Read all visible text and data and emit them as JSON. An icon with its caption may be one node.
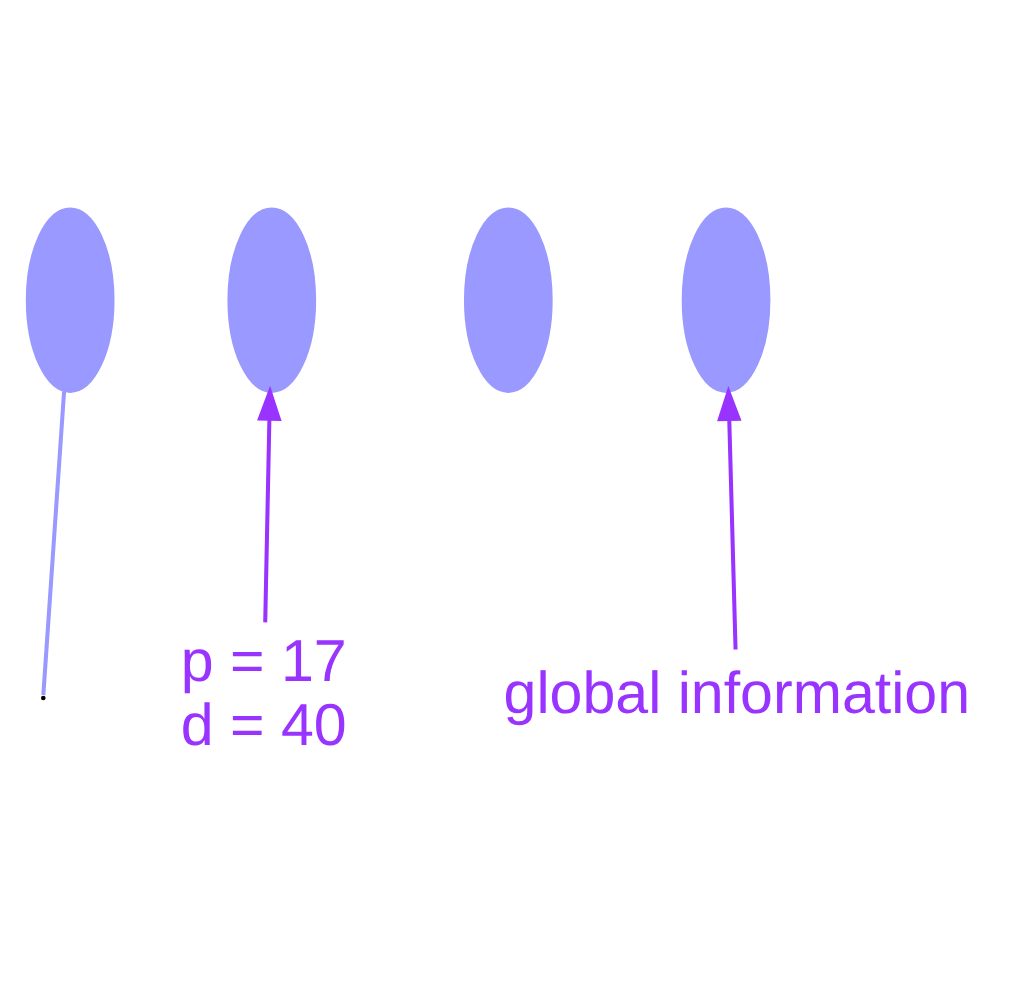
{
  "diagram": {
    "nodes": [
      {
        "text": [],
        "shape": "ellipse"
      },
      {
        "text": [],
        "shape": "ellipse"
      },
      {
        "text": [],
        "shape": "ellipse"
      },
      {
        "text": [],
        "shape": "ellipse"
      },
      {
        "text": [
          "global information"
        ]
      },
      {
        "text": [
          "p = 17",
          "d = 40"
        ]
      }
    ],
    "edges": [
      {
        "from": 0,
        "to": null,
        "arrow": "none",
        "color": "#9999ff"
      },
      {
        "from": 4,
        "to": 3,
        "arrow": "to"
      },
      {
        "from": 5,
        "to": 1,
        "arrow": "to"
      }
    ]
  }
}
